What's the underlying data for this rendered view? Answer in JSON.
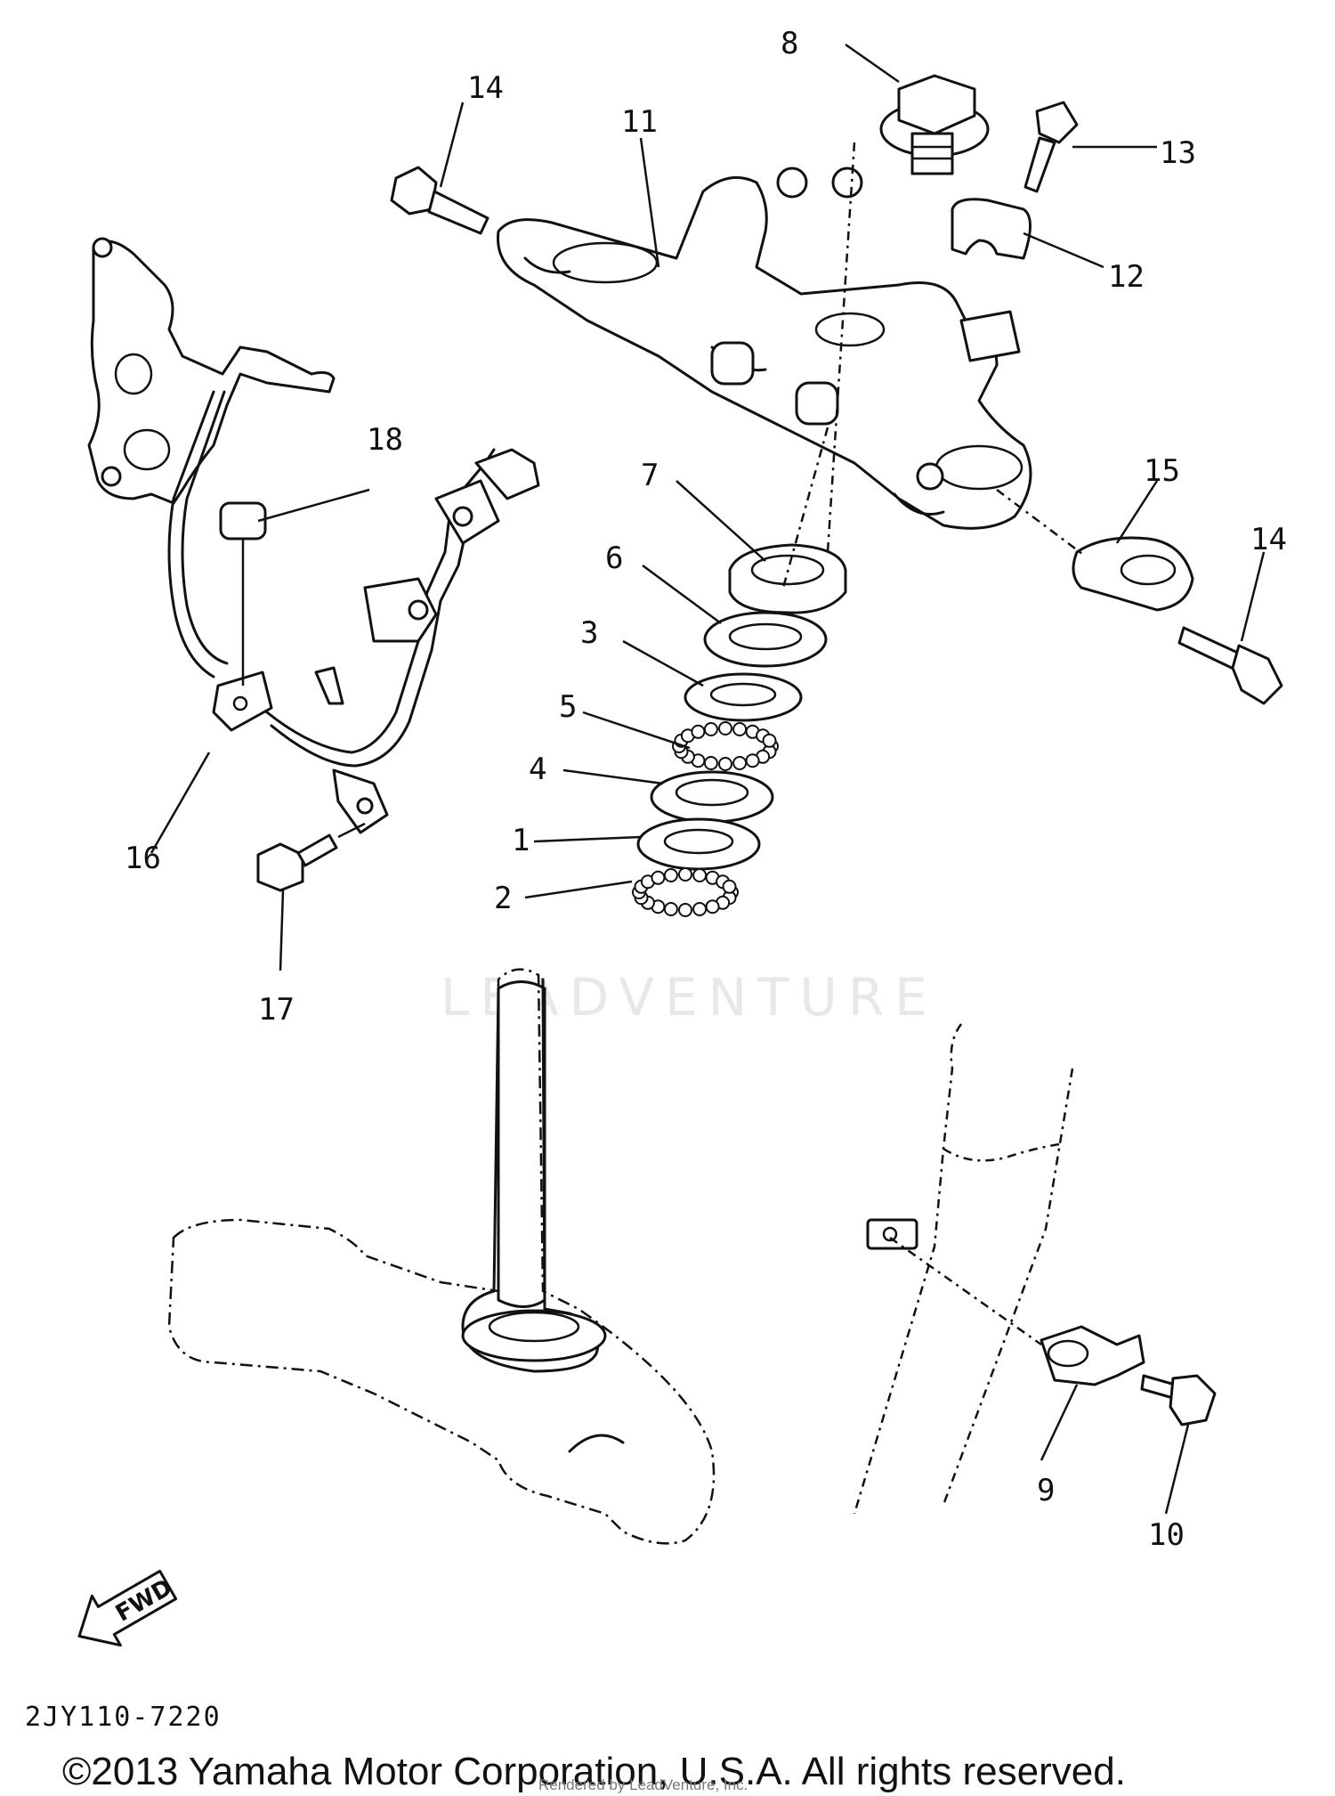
{
  "diagram": {
    "part_labels": {
      "p1": "1",
      "p2": "2",
      "p3": "3",
      "p4": "4",
      "p5": "5",
      "p6": "6",
      "p7": "7",
      "p8": "8",
      "p9": "9",
      "p10": "10",
      "p11": "11",
      "p12": "12",
      "p13": "13",
      "p14a": "14",
      "p14b": "14",
      "p15": "15",
      "p16": "16",
      "p17": "17",
      "p18": "18"
    },
    "fwd_label": "FWD",
    "watermark": "LEADVENTURE",
    "drawing_code": "2JY110-7220",
    "copyright": "©2013 Yamaha Motor Corporation, U.S.A. All rights reserved.",
    "rendered_by": "Rendered by LeadVenture, Inc."
  }
}
